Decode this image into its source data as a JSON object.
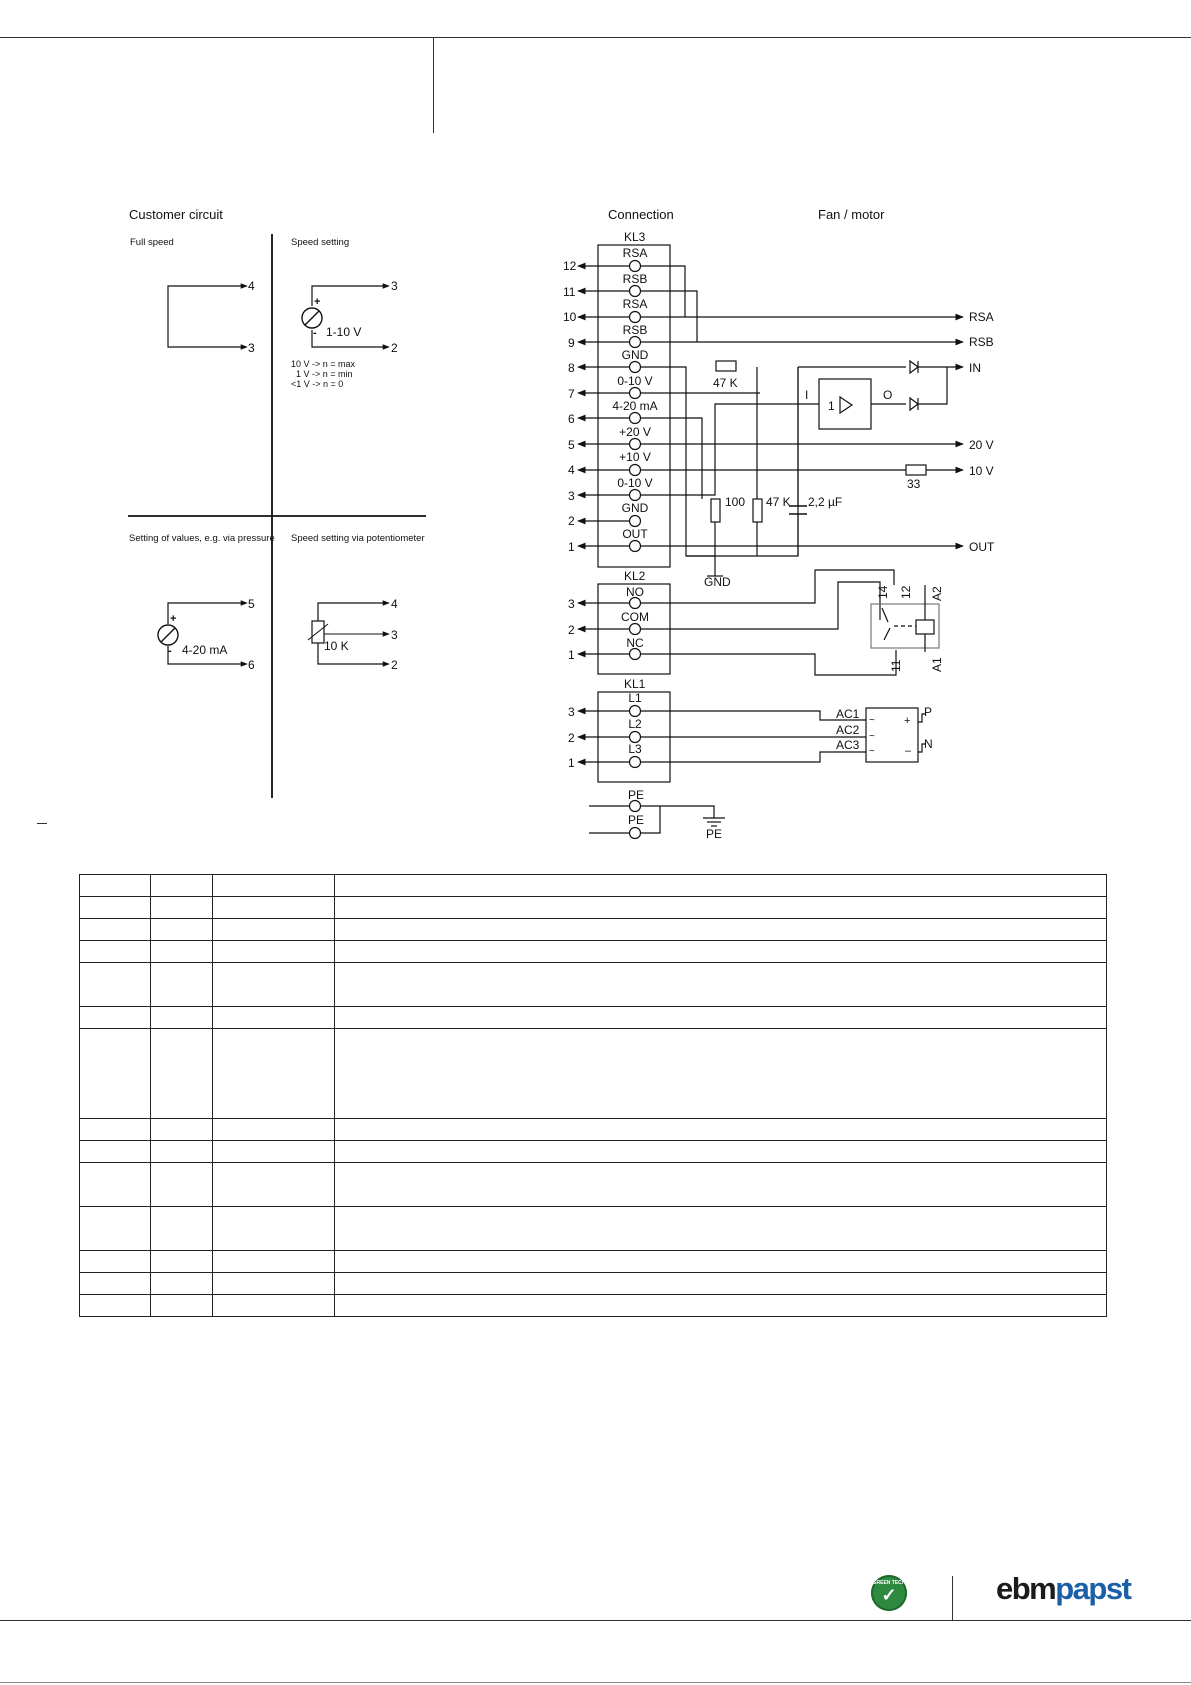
{
  "customer_circuit": {
    "heading": "Customer circuit",
    "full_speed": {
      "title": "Full speed",
      "t1": "4",
      "t2": "3"
    },
    "speed_setting": {
      "title": "Speed setting",
      "t1": "3",
      "t2": "2",
      "plus": "+",
      "minus": "-",
      "source_label": "1-10 V",
      "notes": [
        "10 V -> n = max",
        "1 V -> n = min",
        "<1 V -> n = 0"
      ]
    },
    "setting_values": {
      "title": "Setting of values, e.g. via pressure",
      "t1": "5",
      "t2": "6",
      "plus": "+",
      "minus": "-",
      "source_label": "4-20 mA"
    },
    "potentiometer": {
      "title": "Speed setting via potentiometer",
      "t1": "4",
      "t2": "3",
      "t3": "2",
      "value": "10 K"
    }
  },
  "connection": {
    "heading": "Connection",
    "fan_heading": "Fan / motor",
    "kl3": {
      "label": "KL3",
      "pins": [
        {
          "num": "12",
          "name": "RSA"
        },
        {
          "num": "11",
          "name": "RSB"
        },
        {
          "num": "10",
          "name": "RSA"
        },
        {
          "num": "9",
          "name": "RSB"
        },
        {
          "num": "8",
          "name": "GND"
        },
        {
          "num": "7",
          "name": "0-10 V"
        },
        {
          "num": "6",
          "name": "4-20 mA"
        },
        {
          "num": "5",
          "name": "+20 V"
        },
        {
          "num": "4",
          "name": "+10 V"
        },
        {
          "num": "3",
          "name": "0-10 V"
        },
        {
          "num": "2",
          "name": "GND"
        },
        {
          "num": "1",
          "name": "OUT"
        }
      ]
    },
    "kl2": {
      "label": "KL2",
      "pins": [
        {
          "num": "3",
          "name": "NO"
        },
        {
          "num": "2",
          "name": "COM"
        },
        {
          "num": "1",
          "name": "NC"
        }
      ]
    },
    "kl1": {
      "label": "KL1",
      "pins": [
        {
          "num": "3",
          "name": "L1"
        },
        {
          "num": "2",
          "name": "L2"
        },
        {
          "num": "1",
          "name": "L3"
        }
      ]
    },
    "pe": [
      "PE",
      "PE"
    ]
  },
  "fan": {
    "outputs": [
      "RSA",
      "RSB",
      "IN",
      "20 V",
      "10 V",
      "OUT"
    ],
    "resistor_47k_top": "47 K",
    "amp_label": "1",
    "amp_in": "I",
    "amp_out": "O",
    "resistor_33": "33",
    "r100": "100",
    "r47k": "47 K",
    "capacitor": "2,2 µF",
    "gnd": "GND",
    "relay_pins": [
      "14",
      "12",
      "11",
      "A2",
      "A1"
    ],
    "rectifier": {
      "ac": [
        "AC1",
        "AC2",
        "AC3"
      ],
      "p": "P",
      "n": "N",
      "plus": "+",
      "minus": "–",
      "tilde": "~"
    },
    "pe_ground": "PE"
  },
  "table": {
    "rows": [
      {
        "cells": [
          "",
          "",
          "",
          ""
        ],
        "tall": false
      },
      {
        "cells": [
          "",
          "",
          "",
          ""
        ],
        "tall": false
      },
      {
        "cells": [
          "",
          "",
          "",
          ""
        ],
        "tall": false
      },
      {
        "cells": [
          "",
          "",
          "",
          ""
        ],
        "tall": false
      },
      {
        "cells": [
          "",
          "",
          "",
          ""
        ],
        "tall": "md"
      },
      {
        "cells": [
          "",
          "",
          "",
          ""
        ],
        "tall": false
      },
      {
        "cells": [
          "",
          "",
          "",
          ""
        ],
        "tall": "lg"
      },
      {
        "cells": [
          "",
          "",
          "",
          ""
        ],
        "tall": false
      },
      {
        "cells": [
          "",
          "",
          "",
          ""
        ],
        "tall": false
      },
      {
        "cells": [
          "",
          "",
          "",
          ""
        ],
        "tall": "md"
      },
      {
        "cells": [
          "",
          "",
          "",
          ""
        ],
        "tall": "md"
      },
      {
        "cells": [
          "",
          "",
          "",
          ""
        ],
        "tall": false
      },
      {
        "cells": [
          "",
          "",
          "",
          ""
        ],
        "tall": false
      },
      {
        "cells": [
          "",
          "",
          "",
          ""
        ],
        "tall": false
      }
    ]
  },
  "footer": {
    "badge_text": "GREEN TECH",
    "badge_icon": "check-icon",
    "brand_part1": "ebm",
    "brand_part2": "papst",
    "brand_color": "#1a5fa8",
    "badge_color": "#2e8a3e"
  }
}
